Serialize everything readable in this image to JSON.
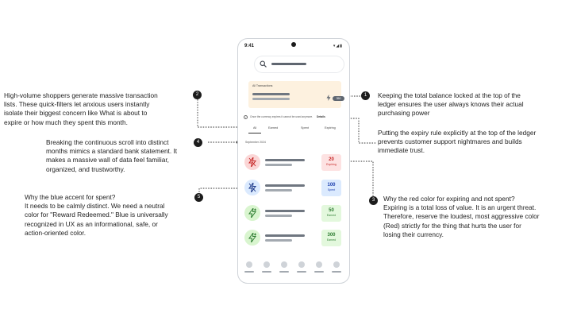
{
  "phone": {
    "time": "9:41",
    "status_icons": "▾◢▮",
    "search": {
      "icon": "search-icon"
    },
    "balance_card": {
      "title": "All Transactions",
      "balance": "350"
    },
    "expiry_rule": {
      "text": "Once the currency expires it cannot be used anymore.",
      "link": "Details"
    },
    "tabs": [
      {
        "label": "All",
        "active": true
      },
      {
        "label": "Earned",
        "active": false
      },
      {
        "label": "Spent",
        "active": false
      },
      {
        "label": "Expiring",
        "active": false
      }
    ],
    "month_header": "September 2024",
    "transactions": [
      {
        "icon": "bolt-off-icon",
        "value": "20",
        "label": "Expiring",
        "type": "expiring"
      },
      {
        "icon": "bolt-off-icon",
        "value": "100",
        "label": "Spent",
        "type": "spent"
      },
      {
        "icon": "bolt-plus-icon",
        "value": "50",
        "label": "Earned",
        "type": "earned"
      },
      {
        "icon": "bolt-plus-icon",
        "value": "300",
        "label": "Earned",
        "type": "earned"
      }
    ],
    "nav_items": 6
  },
  "colors": {
    "expiring_bg": "#fde2e2",
    "expiring_fg": "#c62828",
    "expiring_icon_bg": "#fbd6d6",
    "spent_bg": "#dbeafe",
    "spent_fg": "#1e40af",
    "spent_icon_bg": "#dbeafe",
    "earned_bg": "#e3f8dd",
    "earned_fg": "#2e7d32",
    "earned_icon_bg": "#d9f5cf",
    "balance_card_bg": "#fdf1df"
  },
  "annotations": [
    {
      "number": "1",
      "text": "Keeping the total balance locked at the top of the\nledger ensures the user always knows their actual\npurchasing power"
    },
    {
      "number": "",
      "text": "Putting the expiry rule explicitly at the top of the ledger\nprevents customer support nightmares and builds\nimmediate trust."
    },
    {
      "number": "2",
      "text": "High-volume shoppers generate massive transaction\nlists. These quick-filters let anxious users instantly\nisolate their biggest concern like What is about to\nexpire or how much they spent this month."
    },
    {
      "number": "4",
      "text": "Breaking the continuous scroll into distinct\nmonths mimics a standard bank statement. It\nmakes a massive wall of data feel familiar,\norganized, and trustworthy."
    },
    {
      "number": "5",
      "text": "Why the blue accent for spent?\nIt needs to be calmly distinct. We need a neutral\ncolor for \"Reward Redeemed.\" Blue is universally\nrecognized in UX as an informational, safe, or\naction-oriented color."
    },
    {
      "number": "3",
      "text": "Why the red color for expiring and not spent?\nExpiring is a total loss of value. It is an urgent threat.\nTherefore, reserve the loudest, most aggressive color\n(Red) strictly for the thing that hurts the user for\nlosing their currency."
    }
  ]
}
